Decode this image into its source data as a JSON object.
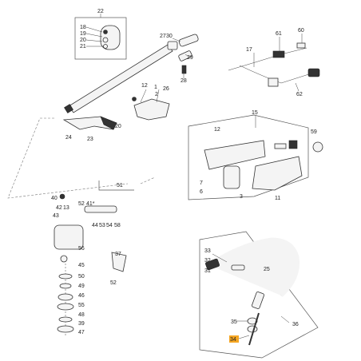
{
  "labels": {
    "p22": "22",
    "p18": "18",
    "p19": "19",
    "p20a": "20",
    "p21": "21",
    "p27": "27",
    "p30": "30",
    "p29": "29",
    "p28": "28",
    "p12a": "12",
    "p1": "1",
    "p2": "2",
    "p26": "26",
    "p20b": "20",
    "p24": "24",
    "p23": "23",
    "p61": "61",
    "p60": "60",
    "p17": "17",
    "p62": "62",
    "p15": "15",
    "p59": "59",
    "p12b": "12",
    "p7": "7",
    "p6": "6",
    "p3": "3",
    "p11": "11",
    "p51": "51",
    "p40": "40",
    "p52a": "52",
    "p41": "41*",
    "p42": "42",
    "p13": "13",
    "p43": "43",
    "p44": "44",
    "p53": "53",
    "p54": "54",
    "p58": "58",
    "p56": "56",
    "p45": "45",
    "p37": "37",
    "p52b": "52",
    "p50": "50",
    "p49": "49",
    "p46": "46",
    "p55": "55",
    "p48": "48",
    "p39": "39",
    "p47": "47",
    "p33": "33",
    "p32": "32",
    "p31": "31",
    "p25": "25",
    "p35": "35",
    "p34": "34",
    "p36": "36"
  },
  "highlight_color": "#f5a623"
}
